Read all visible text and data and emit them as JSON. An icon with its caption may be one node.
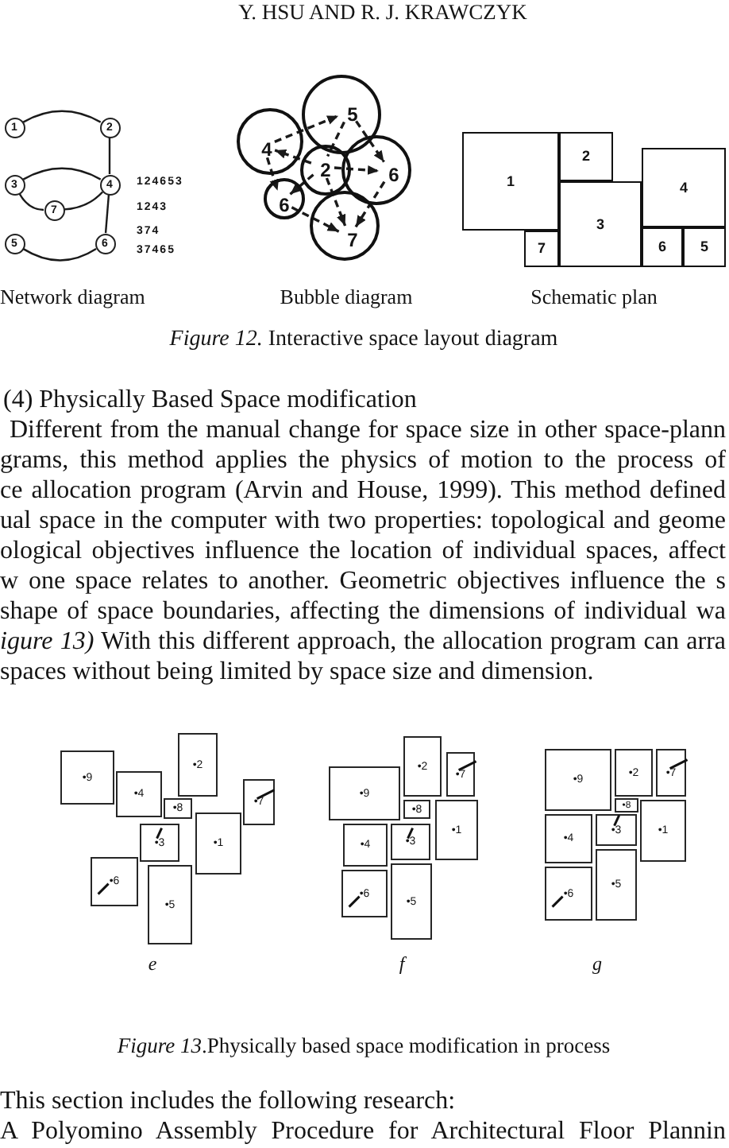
{
  "diagram": {
    "nodes": [
      {
        "text": [
          "1"
        ]
      },
      {
        "text": [
          "2"
        ]
      },
      {
        "text": [
          "3"
        ]
      },
      {
        "text": [
          "4"
        ]
      },
      {
        "text": [
          "7"
        ]
      },
      {
        "text": [
          "5"
        ]
      },
      {
        "text": [
          "6"
        ]
      },
      {
        "text": [
          "5"
        ]
      },
      {
        "text": [
          "4"
        ]
      },
      {
        "text": [
          "2"
        ]
      },
      {
        "text": [
          "6"
        ]
      },
      {
        "text": [
          "6"
        ]
      },
      {
        "text": [
          "7"
        ]
      },
      {
        "text": [
          "1"
        ]
      },
      {
        "text": [
          "2"
        ]
      },
      {
        "text": [
          "4"
        ]
      },
      {
        "text": [
          "3"
        ]
      },
      {
        "text": [
          "7"
        ]
      },
      {
        "text": [
          "6"
        ]
      },
      {
        "text": [
          "5"
        ]
      },
      {
        "text": [
          "•9"
        ]
      },
      {
        "text": [
          "•2"
        ]
      },
      {
        "text": [
          "•7"
        ]
      },
      {
        "text": [
          "•8"
        ]
      },
      {
        "text": [
          "•1"
        ]
      },
      {
        "text": [
          "•4"
        ]
      },
      {
        "text": [
          "•3"
        ]
      },
      {
        "text": [
          "•6"
        ]
      },
      {
        "text": [
          "•5"
        ]
      },
      {
        "text": [
          "•9"
        ]
      },
      {
        "text": [
          "•2"
        ]
      },
      {
        "text": [
          "•7"
        ]
      },
      {
        "text": [
          "•8"
        ]
      },
      {
        "text": [
          "•1"
        ]
      },
      {
        "text": [
          "•4"
        ]
      },
      {
        "text": [
          "•3"
        ]
      },
      {
        "text": [
          "•6"
        ]
      },
      {
        "text": [
          "•5"
        ]
      },
      {
        "text": [
          "•9"
        ]
      },
      {
        "text": [
          "•2"
        ]
      },
      {
        "text": [
          "•7"
        ]
      },
      {
        "text": [
          "•8"
        ]
      },
      {
        "text": [
          "•1"
        ]
      },
      {
        "text": [
          "•4"
        ]
      },
      {
        "text": [
          "•3"
        ]
      },
      {
        "text": [
          "•6"
        ]
      },
      {
        "text": [
          "•5"
        ]
      }
    ],
    "edges": [
      {
        "from": 0,
        "to": 1,
        "arrow": "none"
      },
      {
        "from": 1,
        "to": 3,
        "arrow": "none"
      },
      {
        "from": 2,
        "to": 3,
        "arrow": "none"
      },
      {
        "from": 2,
        "to": 4,
        "arrow": "none"
      },
      {
        "from": 4,
        "to": 3,
        "arrow": "none"
      },
      {
        "from": 3,
        "to": 6,
        "arrow": "none"
      },
      {
        "from": 5,
        "to": 6,
        "arrow": "none"
      },
      {
        "from": 9,
        "to": 8,
        "arrow": "to",
        "style": "dashed"
      },
      {
        "from": 8,
        "to": 7,
        "arrow": "to",
        "style": "dashed"
      },
      {
        "from": 7,
        "to": 9,
        "arrow": "none",
        "style": "dashed"
      },
      {
        "from": 9,
        "to": 10,
        "arrow": "to",
        "style": "dashed"
      },
      {
        "from": 7,
        "to": 10,
        "arrow": "to",
        "style": "dashed"
      },
      {
        "from": 8,
        "to": 11,
        "arrow": "to",
        "style": "dashed"
      },
      {
        "from": 9,
        "to": 11,
        "arrow": "to",
        "style": "dashed"
      },
      {
        "from": 9,
        "to": 12,
        "arrow": "to",
        "style": "dashed"
      },
      {
        "from": 11,
        "to": 12,
        "arrow": "to",
        "style": "dashed"
      },
      {
        "from": 10,
        "to": 12,
        "arrow": "to",
        "style": "dashed"
      }
    ],
    "labels": [
      "Y. HSU AND R. J. KRAWCZYK",
      "124653",
      "1243",
      "374",
      "37465",
      "Network diagram",
      "Bubble diagram",
      "Schematic plan",
      "*Figure 12.* Interactive space layout diagram",
      "(4) Physically Based Space modification",
      "Different from the manual change for space size in other space-plann",
      "grams, this method applies the physics of motion to the process of",
      "ce allocation program (Arvin and House, 1999). This method defined",
      "ual space in the computer with two properties: topological and geome",
      "ological objectives influence the location of individual spaces, affect",
      "w one space relates to another. Geometric objectives influence the s",
      "shape of space boundaries, affecting the dimensions of individual wa",
      "*igure 13)* With this different approach, the allocation program can arra",
      "spaces without being limited by space size and dimension.",
      "e",
      "f",
      "g",
      "*Figure 13*.Physically based space modification in process",
      "This section includes the following research:",
      "A Polyomino Assembly Procedure for Architectural Floor Plannin"
    ]
  }
}
